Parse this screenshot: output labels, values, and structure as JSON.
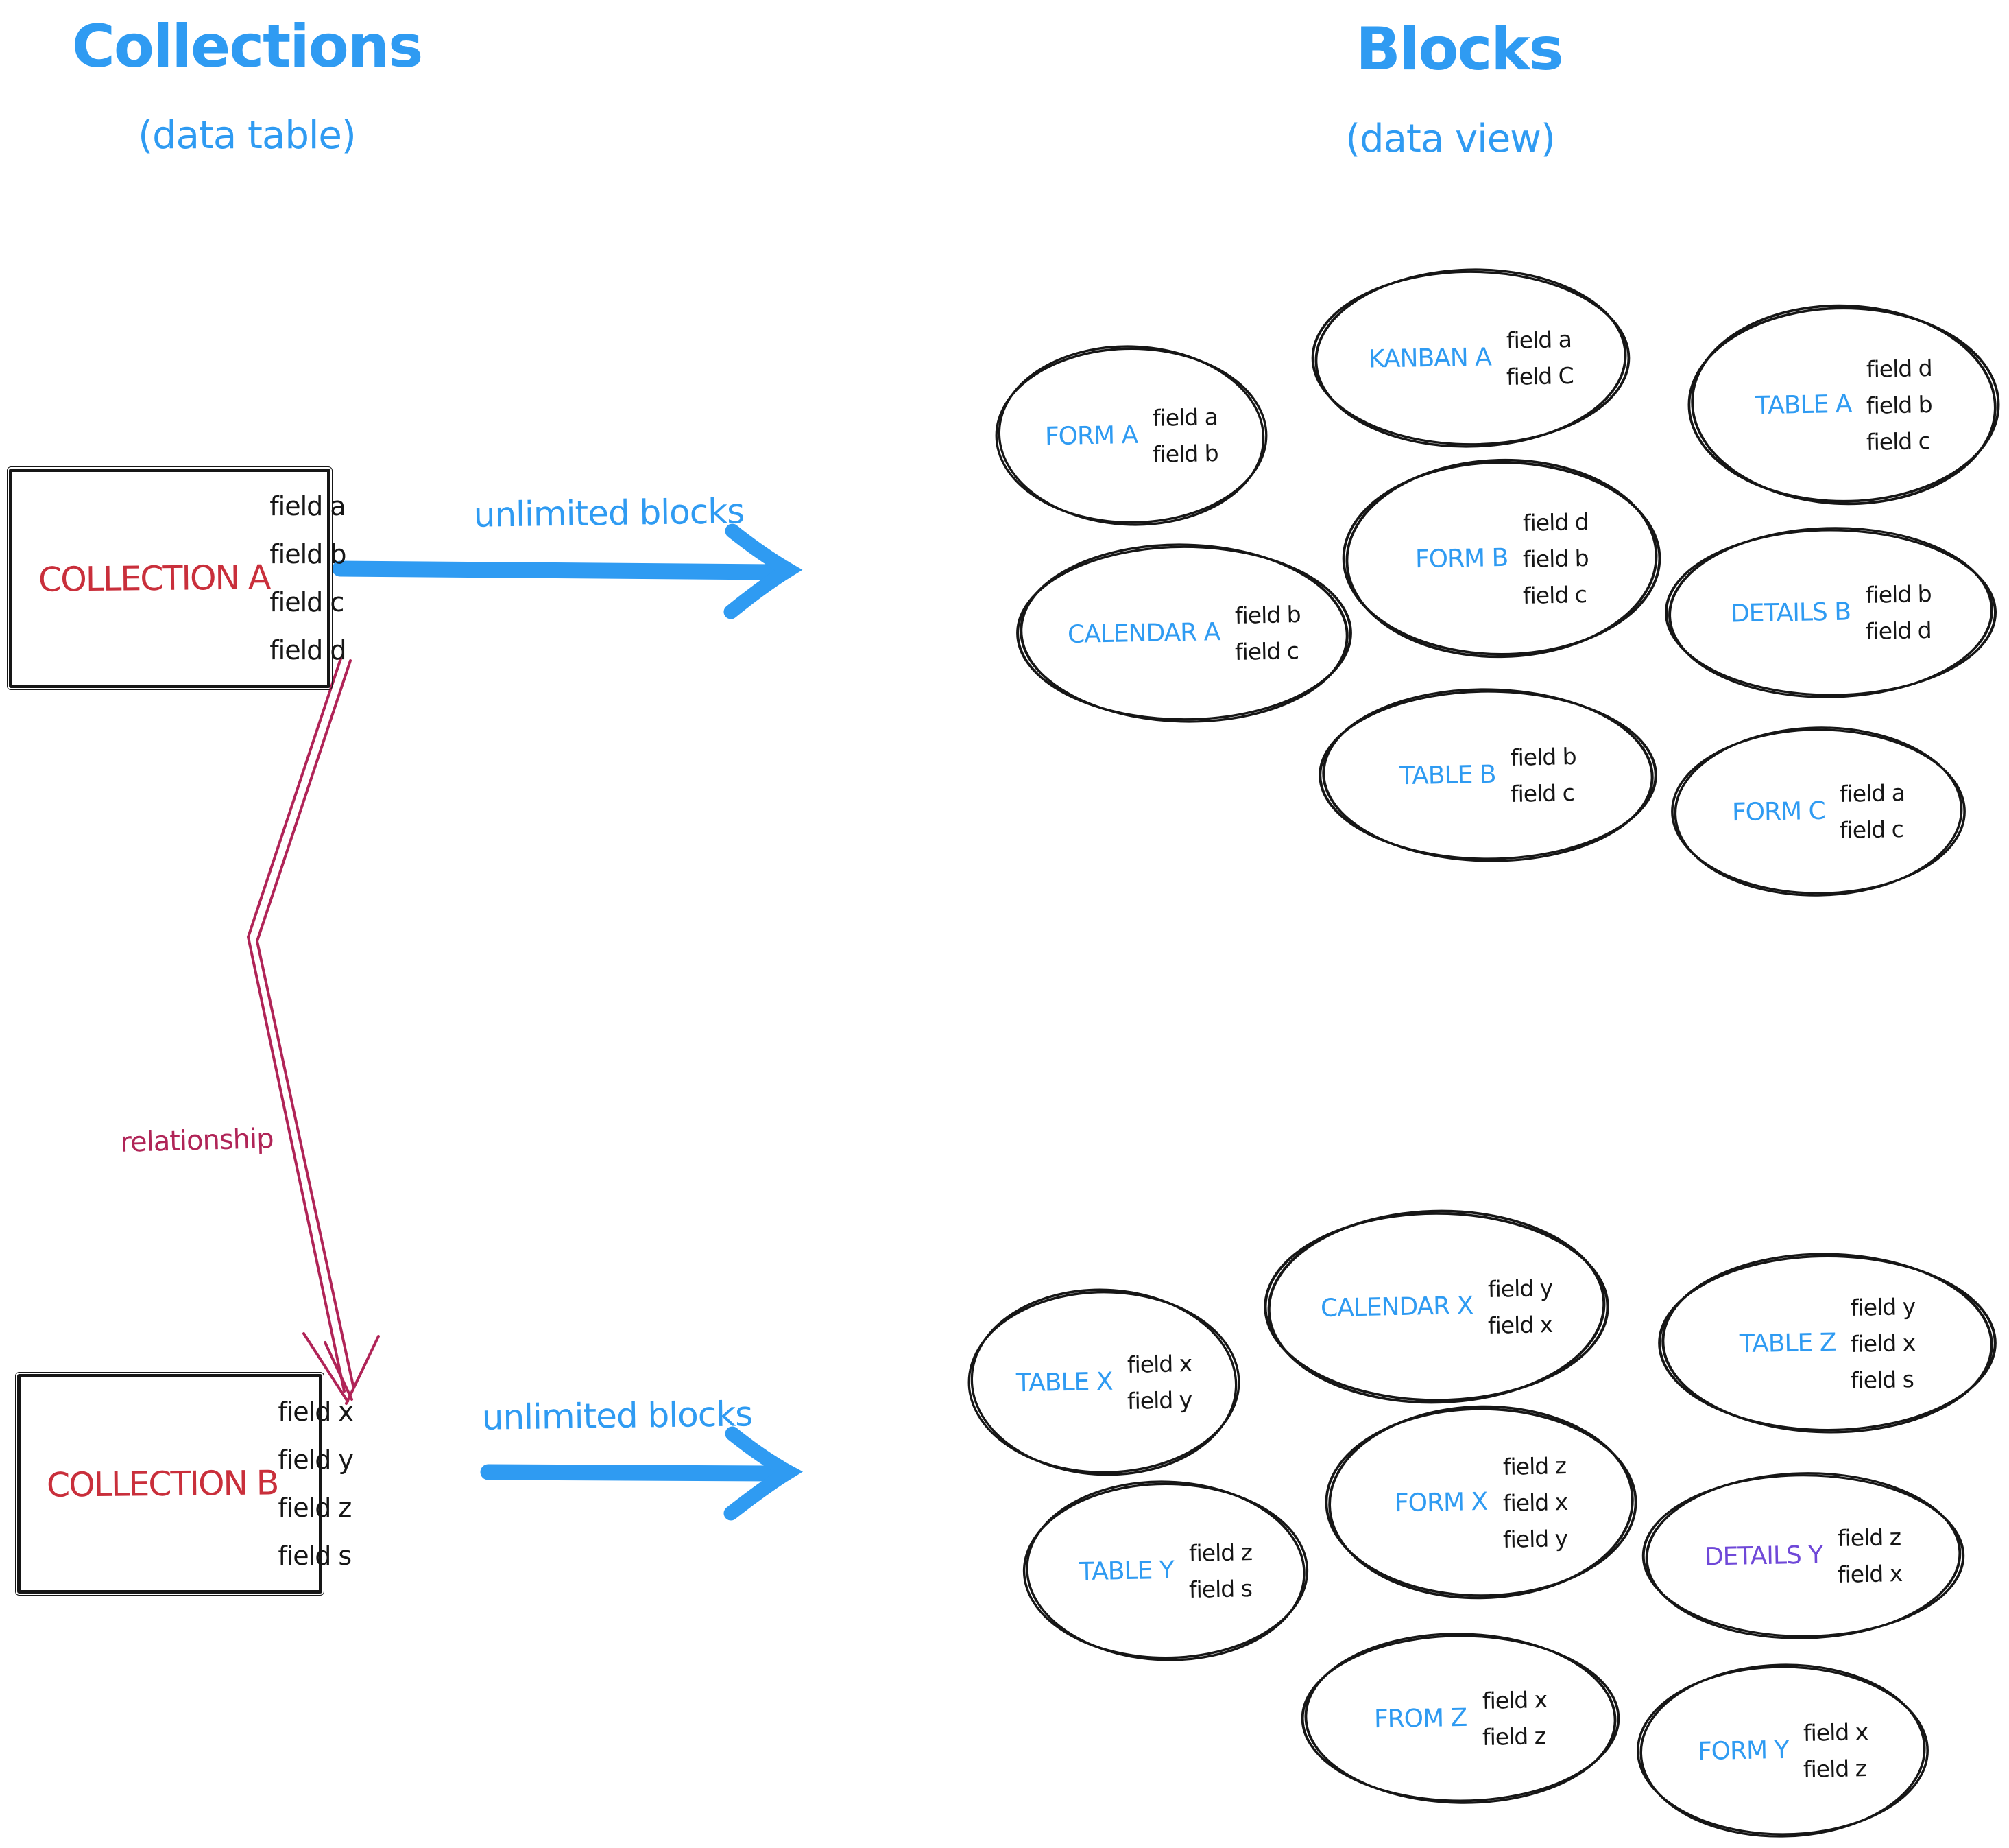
{
  "palette": {
    "blue": "#2f9bf2",
    "red": "#c92f3b",
    "crimson": "#b02457",
    "purple": "#6f48d8",
    "ink": "#161616"
  },
  "headers": {
    "left_title": "Collections",
    "left_subtitle": "(data table)",
    "right_title": "Blocks",
    "right_subtitle": "(data view)"
  },
  "collections": {
    "a": {
      "name": "COLLECTION A",
      "fields": [
        "field a",
        "field b",
        "field c",
        "field d"
      ],
      "arrow_label": "unlimited blocks"
    },
    "b": {
      "name": "COLLECTION B",
      "fields": [
        "field x",
        "field y",
        "field z",
        "field s"
      ],
      "arrow_label": "unlimited blocks"
    }
  },
  "relationship": {
    "label": "relationship"
  },
  "blocks_a": [
    {
      "name": "FORM A",
      "fields": [
        "field a",
        "field b"
      ]
    },
    {
      "name": "KANBAN A",
      "fields": [
        "field a",
        "field C"
      ]
    },
    {
      "name": "TABLE A",
      "fields": [
        "field d",
        "field b",
        "field c"
      ]
    },
    {
      "name": "FORM B",
      "fields": [
        "field d",
        "field b",
        "field c"
      ]
    },
    {
      "name": "CALENDAR A",
      "fields": [
        "field b",
        "field c"
      ]
    },
    {
      "name": "DETAILS B",
      "fields": [
        "field b",
        "field d"
      ]
    },
    {
      "name": "TABLE B",
      "fields": [
        "field b",
        "field c"
      ]
    },
    {
      "name": "FORM C",
      "fields": [
        "field a",
        "field c"
      ]
    }
  ],
  "blocks_b": [
    {
      "name": "TABLE X",
      "fields": [
        "field x",
        "field y"
      ]
    },
    {
      "name": "CALENDAR X",
      "fields": [
        "field y",
        "field x"
      ]
    },
    {
      "name": "TABLE Z",
      "fields": [
        "field y",
        "field x",
        "field s"
      ]
    },
    {
      "name": "FORM X",
      "fields": [
        "field z",
        "field x",
        "field y"
      ]
    },
    {
      "name": "TABLE Y",
      "fields": [
        "field z",
        "field s"
      ]
    },
    {
      "name": "DETAILS Y",
      "fields": [
        "field z",
        "field x"
      ]
    },
    {
      "name": "FROM Z",
      "fields": [
        "field x",
        "field z"
      ]
    },
    {
      "name": "FORM Y",
      "fields": [
        "field x",
        "field z"
      ]
    }
  ]
}
